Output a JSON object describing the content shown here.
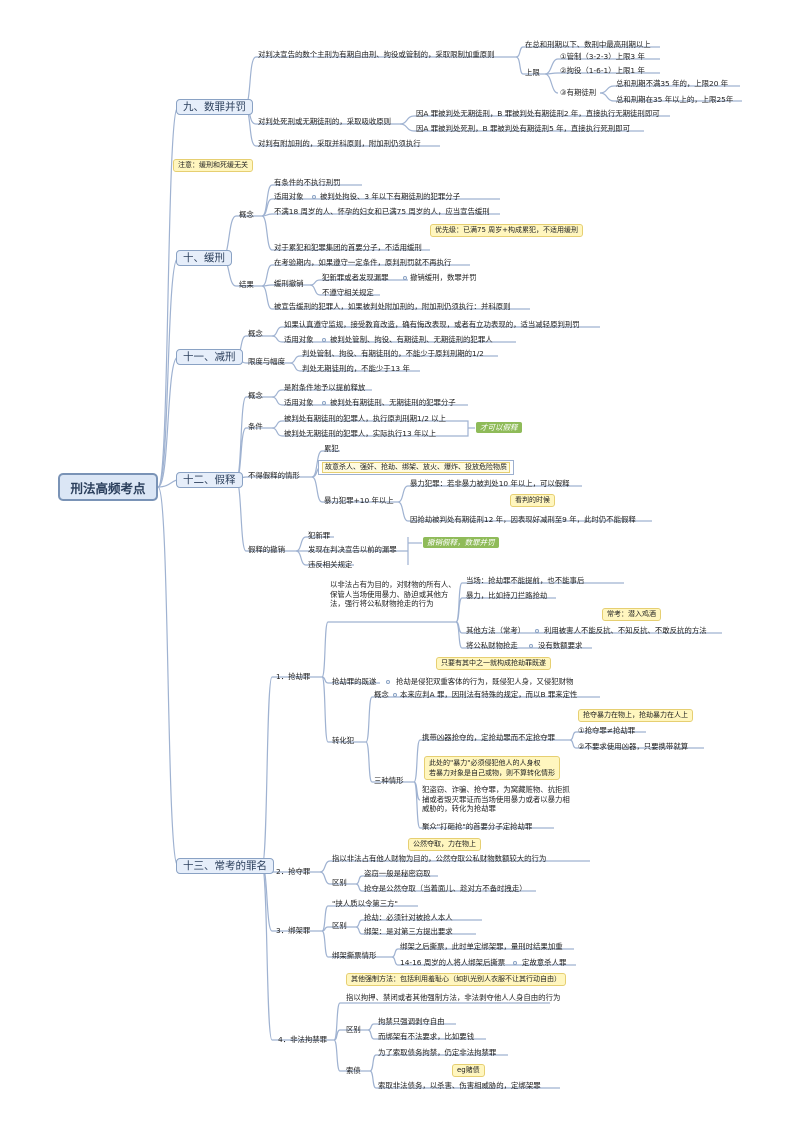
{
  "root": "刑法高频考点",
  "s9": {
    "title": "九、数罪并罚",
    "r1": "对判决宣告的数个主刑为有期自由刑、拘役或管制的，采取限制加重原则",
    "r1a": "在总和刑期以下、数刑中最高刑期以上",
    "upper": "上限",
    "u1": "①管制（3-2-3）上限3 年",
    "u2": "②拘役（1-6-1）上限1 年",
    "u3": "③有期徒刑",
    "u3a": "总和刑期不满35 年的，上限20 年",
    "u3b": "总和刑期在35 年以上的，上限25年",
    "r2": "对判处死刑或无期徒刑的，采取吸收原则",
    "r2a": "因A 罪被判处无期徒刑，B 罪被判处有期徒刑2 年，直接执行无期徒刑即可",
    "r2b": "因A 罪被判处死刑，B 罪被判处有期徒刑5 年，直接执行死刑即可",
    "r3": "对判有附加刑的，采取并科原则，附加刑仍须执行"
  },
  "note_s9": "注意：缓刑和死缓无关",
  "s10": {
    "title": "十、缓刑",
    "concept": "概念",
    "c1": "有条件的不执行刑罚",
    "c2": "适用对象",
    "c2a": "被判处拘役、3 年以下有期徒刑的犯罪分子",
    "c3": "不满18 周岁的人、怀孕的妇女和已满75 周岁的人，应当宣告缓刑",
    "c3note": "优先级：已满75 周岁+构成累犯，不适用缓刑",
    "c4": "对于累犯和犯罪集团的首要分子，不适用缓刑",
    "result": "结果",
    "e1": "在考验期内，如果遵守一定条件，原判刑罚就不再执行",
    "e2": "缓刑撤销",
    "e2a": "犯新罪或者发现漏罪",
    "e2b": "撤销缓刑，数罪并罚",
    "e2c": "不遵守相关规定",
    "e3": "被宣告缓刑的犯罪人，如果被判处附加刑的，附加刑仍须执行：并科原则"
  },
  "s11": {
    "title": "十一、减刑",
    "concept": "概念",
    "c1": "如果认真遵守监规，接受教育改造，确有悔改表现，或者有立功表现的，适当减轻原判刑罚",
    "c2": "适用对象",
    "c2a": "被判处管制、拘役、有期徒刑、无期徒刑的犯罪人",
    "limit": "限度与幅度",
    "l1": "判处管制、拘役、有期徒刑的，不能少于原判刑期的1/2",
    "l2": "判处无期徒刑的，不能少于13 年"
  },
  "s12": {
    "title": "十二、假释",
    "concept": "概念",
    "c1": "是附条件地予以提前释放",
    "c2": "适用对象",
    "c2a": "被判处有期徒刑、无期徒刑的犯罪分子",
    "cond": "条件",
    "d1": "被判处有期徒刑的犯罪人，执行原判刑期1/2 以上",
    "d2": "被判处无期徒刑的犯罪人，实际执行13 年以上",
    "tag1": "才可以假释",
    "noparole": "不得假释的情形",
    "n1": "累犯",
    "n2": "故意杀人、强奸、抢劫、绑架、放火、爆炸、投放危险物质",
    "n3": "暴力犯罪+10 年以上",
    "n3a": "暴力犯罪：若非暴力被判处10 年以上，可以假释",
    "n3note": "看判的时候",
    "n3b": "因抢劫被判处有期徒刑12 年，因表现好减刑至9 年，此时仍不能假释",
    "revoke": "假释的撤销",
    "v1": "犯新罪",
    "v2": "发现在判决宣告以前的漏罪",
    "v3": "违反相关规定",
    "tag2": "撤销假释，数罪并罚"
  },
  "s13": {
    "title": "十三、常考的罪名",
    "robbery": {
      "label": "1．抢劫罪",
      "def": "以非法占有为目的，对财物的所有人、保管人当场使用暴力、胁迫或其他方法，强行将公私财物抢走的行为",
      "d1": "当场：抢劫罪不能提前，也不能事后",
      "d2": "暴力，比如持刀拦路抢劫",
      "d3note": "常考：潜入鸡酒",
      "d3": "其他方法（常考）",
      "d3a": "利用被害人不能反抗、不知反抗、不敢反抗的方法",
      "d4": "将公私财物抢走",
      "d4a": "没有数额要求",
      "dualnote": "只要有其中之一就构成抢劫罪既遂",
      "dual": "抢劫罪的既遂",
      "duala": "抢劫是侵犯双重客体的行为，既侵犯人身，又侵犯财物",
      "conv": "转化犯",
      "cc": "概念",
      "cca": "本来应判A 罪，因刑法有特殊的规定，而以B 罪来定性",
      "three": "三种情形",
      "t1": "携带凶器抢夺的，定抢劫罪而不定抢夺罪",
      "t1note": "抢夺暴力在物上，抢劫暴力在人上",
      "t1a": "①抢夺罪≠抢劫罪",
      "t1b": "②不要求使用凶器，只要携带就算",
      "t2note1": "此处的\"暴力\"必须侵犯他人的人身权",
      "t2note2": "若暴力对象是自己或物，则不算转化情形",
      "t2": "犯盗窃、诈骗、抢夺罪，为窝藏赃物、抗拒抓捕或者毁灭罪证而当场使用暴力或者以暴力相威胁的，转化为抢劫罪",
      "t3": "聚众\"打砸抢\"的首要分子定抢劫罪",
      "t3note": "公然夺取，力在物上"
    },
    "snatch": {
      "label": "2．抢夺罪",
      "def": "指以非法占有他人财物为目的，公然夺取公私财物数额较大的行为",
      "diff": "区别",
      "f1": "盗窃一般是秘密窃取",
      "f2": "抢夺是公然夺取（当着面儿、趁对方不备时拽走）"
    },
    "kidnap": {
      "label": "3．绑架罪",
      "quote": "\"挟人质以令第三方\"",
      "diff": "区别",
      "f1": "抢劫：必须针对被抢人本人",
      "f2": "绑架：是对第三方提出要求",
      "tear": "绑架撕票情形",
      "g1": "绑架之后撕票，此时单定绑架罪，量刑时结果加重",
      "g2": "14-16 周岁的人将人绑架后撕票",
      "g2a": "定故意杀人罪"
    },
    "detain": {
      "label": "4．非法拘禁罪",
      "note": "其他强制方法：包括利用羞耻心（如扒光别人衣服不让其行动自由）",
      "def": "指以拘押、禁闭或者其他强制方法，非法剥夺他人人身自由的行为",
      "diff": "区别",
      "f1": "拘禁只强调剥夺自由",
      "f2": "而绑架有不法要求，比如要钱",
      "debt": "索债",
      "b1": "为了索取债务拘禁，仍定非法拘禁罪",
      "b2note": "eg赌债",
      "b2": "索取非法债务，以杀害、伤害相威胁的，定绑架罪"
    }
  }
}
